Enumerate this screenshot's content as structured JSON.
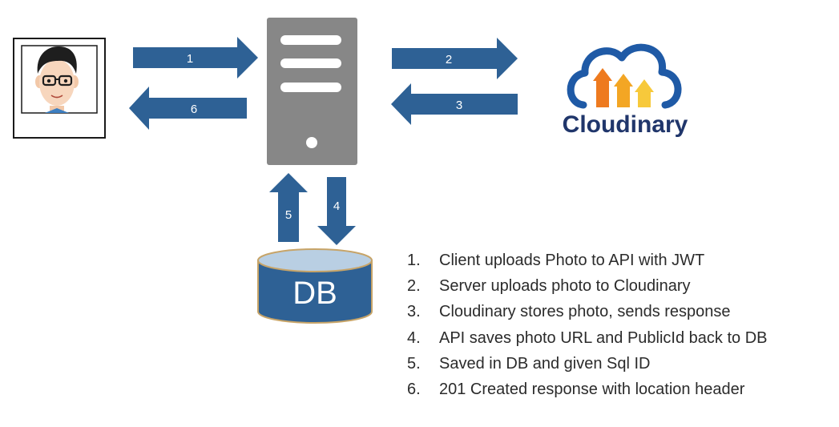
{
  "colors": {
    "arrow": "#2e6195",
    "server_body": "#878787",
    "server_slot": "#ffffff",
    "db_body": "#2e6195",
    "db_top": "#b9cfe3",
    "db_outline": "#c7a468",
    "cloud_outline": "#1f5aa6",
    "bar_orange": "#ee7a1f",
    "bar_amber": "#f3a624",
    "bar_yellow": "#f7c93b",
    "brand_text": "#20366b",
    "text": "#2b2b2b"
  },
  "icons": {
    "client": "user-avatar-icon",
    "server": "server-tower-icon",
    "database": "database-cylinder-icon",
    "cloud": "cloudinary-logo-icon"
  },
  "arrows": [
    {
      "id": "1",
      "label": "1",
      "direction": "right"
    },
    {
      "id": "2",
      "label": "2",
      "direction": "right"
    },
    {
      "id": "3",
      "label": "3",
      "direction": "left"
    },
    {
      "id": "4",
      "label": "4",
      "direction": "down"
    },
    {
      "id": "5",
      "label": "5",
      "direction": "up"
    },
    {
      "id": "6",
      "label": "6",
      "direction": "left"
    }
  ],
  "database": {
    "label": "DB"
  },
  "cloudinary": {
    "label": "Cloudinary"
  },
  "steps": [
    {
      "num": "1.",
      "text": "Client uploads Photo to API with JWT"
    },
    {
      "num": "2.",
      "text": "Server uploads photo to Cloudinary"
    },
    {
      "num": "3.",
      "text": "Cloudinary stores photo, sends response"
    },
    {
      "num": "4.",
      "text": "API saves photo URL and PublicId  back to DB"
    },
    {
      "num": "5.",
      "text": "Saved in DB and given Sql ID"
    },
    {
      "num": "6.",
      "text": "201 Created response with location header"
    }
  ]
}
